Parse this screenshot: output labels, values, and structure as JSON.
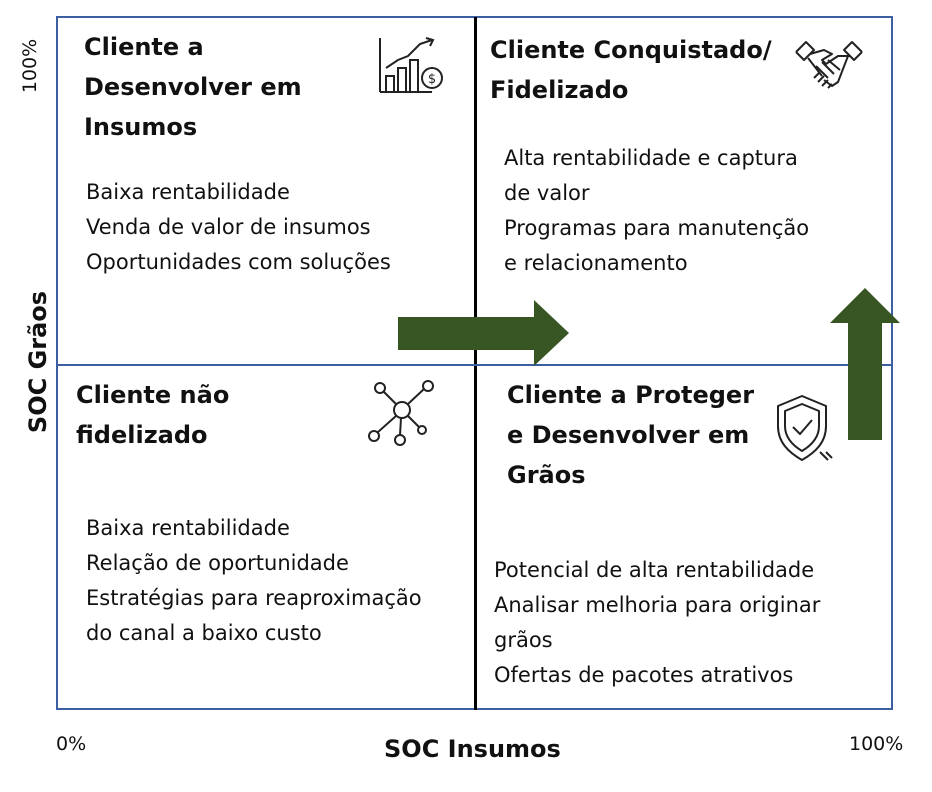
{
  "axes": {
    "x_title": "SOC Insumos",
    "y_title": "SOC Grãos",
    "x_min": "0%",
    "x_max": "100%",
    "y_max": "100%"
  },
  "colors": {
    "frame": "#3b5fa0",
    "divider": "#000000",
    "arrow": "#375623"
  },
  "quadrants": {
    "top_left": {
      "title_lines": [
        "Cliente a",
        "Desenvolver em",
        "Insumos"
      ],
      "body_lines": [
        "Baixa rentabilidade",
        "Venda de valor de insumos",
        "Oportunidades com soluções"
      ],
      "icon": "growth-chart-icon"
    },
    "top_right": {
      "title_lines": [
        "Cliente Conquistado/",
        "Fidelizado"
      ],
      "body_lines": [
        "Alta rentabilidade e captura",
        "de valor",
        "Programas para manutenção",
        "e relacionamento"
      ],
      "icon": "handshake-icon"
    },
    "bottom_left": {
      "title_lines": [
        "Cliente não",
        "fidelizado"
      ],
      "body_lines": [
        "Baixa rentabilidade",
        "Relação de oportunidade",
        "Estratégias para reaproximação",
        "do canal a baixo custo"
      ],
      "icon": "network-icon"
    },
    "bottom_right": {
      "title_lines": [
        "Cliente a Proteger",
        "e Desenvolver em",
        "Grãos"
      ],
      "body_lines": [
        "Potencial de alta rentabilidade",
        "Analisar melhoria para originar",
        "grãos",
        "Ofertas de pacotes atrativos"
      ],
      "icon": "shield-check-icon"
    }
  }
}
